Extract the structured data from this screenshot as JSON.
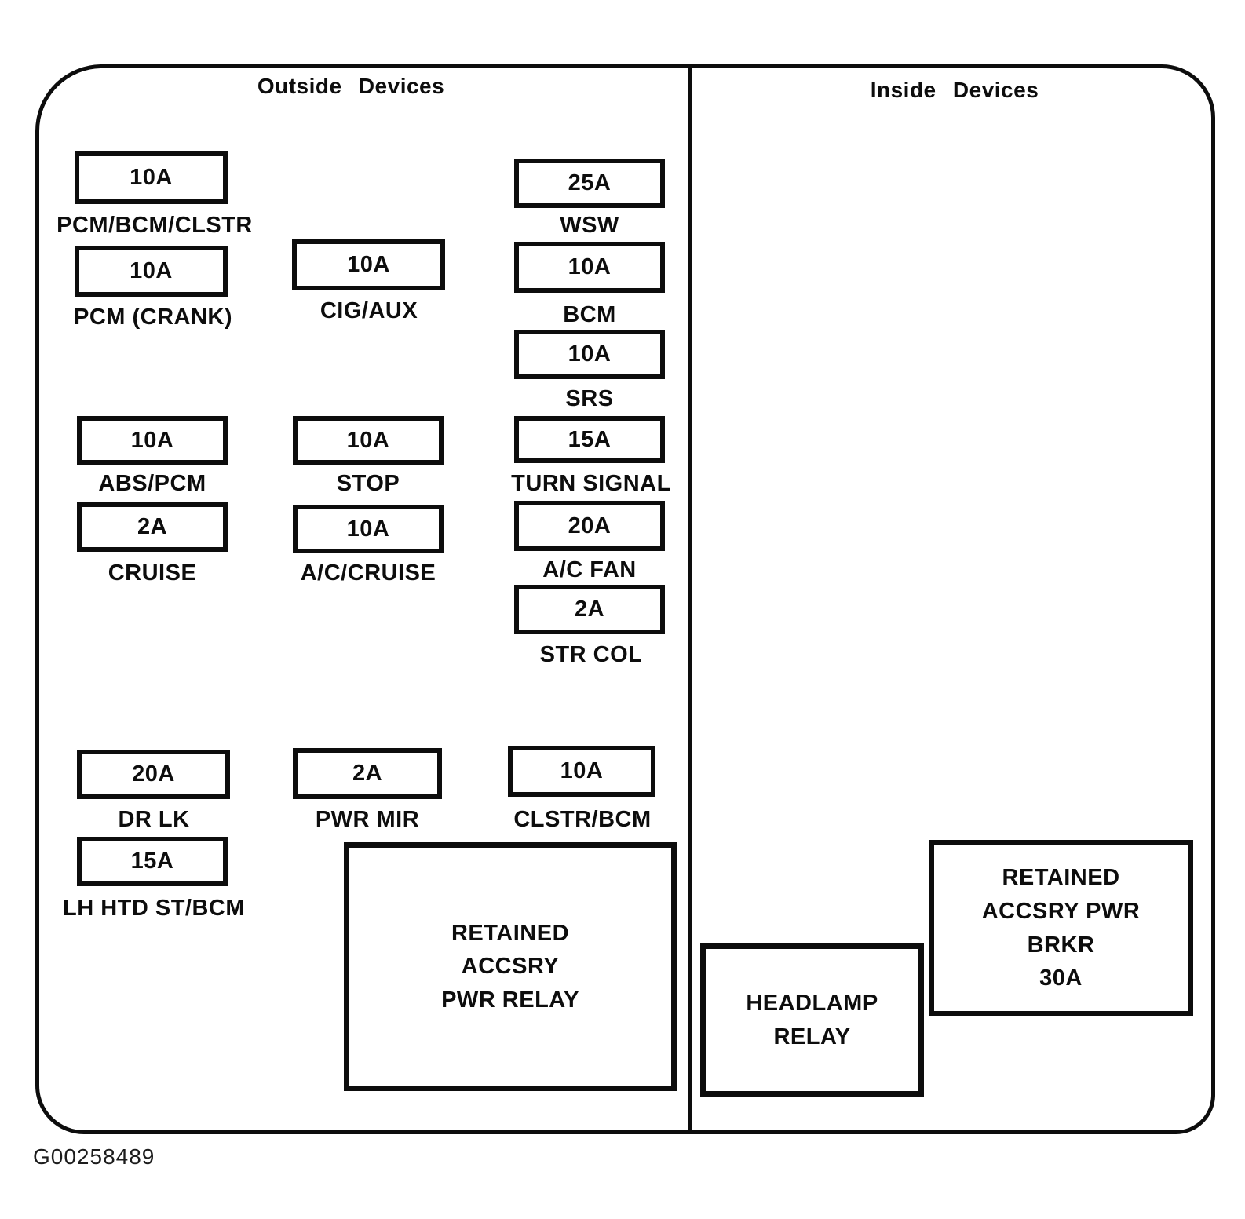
{
  "diagram": {
    "outside_title": "Outside Devices",
    "inside_title": "Inside Devices",
    "figure_code": "G00258489",
    "colors": {
      "ink": "#0d0d0d",
      "background": "#ffffff"
    }
  },
  "fuses": [
    {
      "amp": "10A",
      "label": "PCM/BCM/CLSTR"
    },
    {
      "amp": "10A",
      "label": "PCM (CRANK)"
    },
    {
      "amp": "10A",
      "label": "ABS/PCM"
    },
    {
      "amp": "2A",
      "label": "CRUISE"
    },
    {
      "amp": "20A",
      "label": "DR LK"
    },
    {
      "amp": "15A",
      "label": "LH HTD ST/BCM"
    },
    {
      "amp": "10A",
      "label": "CIG/AUX"
    },
    {
      "amp": "10A",
      "label": "STOP"
    },
    {
      "amp": "10A",
      "label": "A/C/CRUISE"
    },
    {
      "amp": "2A",
      "label": "PWR MIR"
    },
    {
      "amp": "25A",
      "label": "WSW"
    },
    {
      "amp": "10A",
      "label": "BCM"
    },
    {
      "amp": "10A",
      "label": "SRS"
    },
    {
      "amp": "15A",
      "label": "TURN SIGNAL"
    },
    {
      "amp": "20A",
      "label": "A/C FAN"
    },
    {
      "amp": "2A",
      "label": "STR COL"
    },
    {
      "amp": "10A",
      "label": "CLSTR/BCM"
    }
  ],
  "relays": {
    "retained_accsry_pwr_relay": [
      "RETAINED",
      "ACCSRY",
      "PWR RELAY"
    ],
    "headlamp_relay": [
      "HEADLAMP",
      "RELAY"
    ],
    "retained_accsry_pwr_brkr": [
      "RETAINED",
      "ACCSRY PWR",
      "BRKR",
      "30A"
    ]
  }
}
